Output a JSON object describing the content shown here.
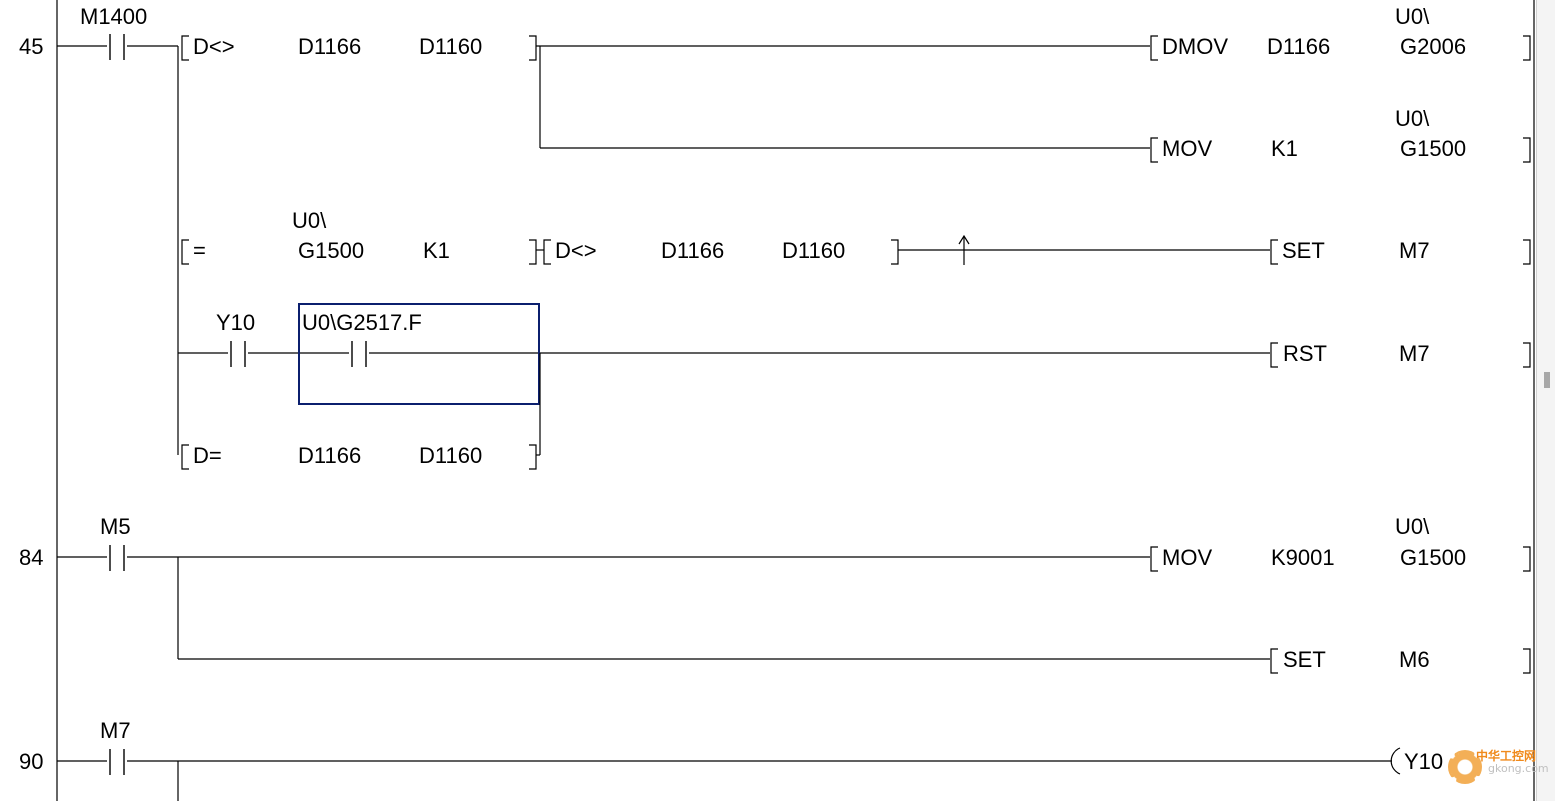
{
  "rungs": [
    {
      "step": "45",
      "contacts": [
        {
          "id": "m1400",
          "label": "M1400"
        },
        {
          "id": "y10",
          "label": "Y10"
        },
        {
          "id": "u0g2517f",
          "label": "U0\\G2517.F"
        }
      ],
      "comparisons": [
        {
          "id": "cmp1",
          "op": "D<>",
          "a": "D1166",
          "b": "D1160"
        },
        {
          "id": "cmp2",
          "op": "=",
          "a_prefix": "U0\\",
          "a": "G1500",
          "b": "K1"
        },
        {
          "id": "cmp3",
          "op": "D<>",
          "a": "D1166",
          "b": "D1160"
        },
        {
          "id": "cmp4",
          "op": "D=",
          "a": "D1166",
          "b": "D1160"
        }
      ],
      "instructions": [
        {
          "id": "dmov",
          "op": "DMOV",
          "src": "D1166",
          "dst_prefix": "U0\\",
          "dst": "G2006"
        },
        {
          "id": "mov1",
          "op": "MOV",
          "src": "K1",
          "dst_prefix": "U0\\",
          "dst": "G1500"
        },
        {
          "id": "set7",
          "op": "SET",
          "dst": "M7"
        },
        {
          "id": "rst7",
          "op": "RST",
          "dst": "M7"
        }
      ]
    },
    {
      "step": "84",
      "contacts": [
        {
          "id": "m5",
          "label": "M5"
        }
      ],
      "instructions": [
        {
          "id": "mov2",
          "op": "MOV",
          "src": "K9001",
          "dst_prefix": "U0\\",
          "dst": "G1500"
        },
        {
          "id": "set6",
          "op": "SET",
          "dst": "M6"
        }
      ]
    },
    {
      "step": "90",
      "contacts": [
        {
          "id": "m7",
          "label": "M7"
        }
      ],
      "coil": {
        "label": "Y10"
      }
    }
  ],
  "watermark": {
    "cn": "中华工控网",
    "url": "gkong.com"
  }
}
